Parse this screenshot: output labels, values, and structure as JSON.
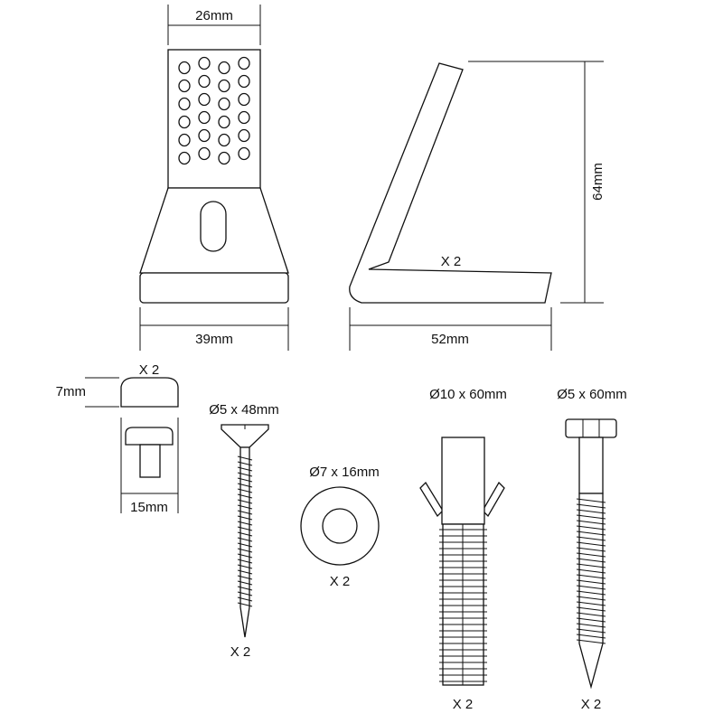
{
  "labels": {
    "bracket_top_width": "26mm",
    "bracket_base_width": "39mm",
    "bracket_side_depth": "52mm",
    "bracket_height": "64mm",
    "bracket_qty": "X 2",
    "cap_height": "7mm",
    "cap_qty": "X 2",
    "cap_width": "15mm",
    "screw_spec": "Ø5 x 48mm",
    "screw_qty": "X 2",
    "washer_spec": "Ø7 x 16mm",
    "washer_qty": "X 2",
    "anchor_spec": "Ø10 x 60mm",
    "anchor_qty": "X 2",
    "bolt_spec": "Ø5 x 60mm",
    "bolt_qty": "X 2"
  }
}
